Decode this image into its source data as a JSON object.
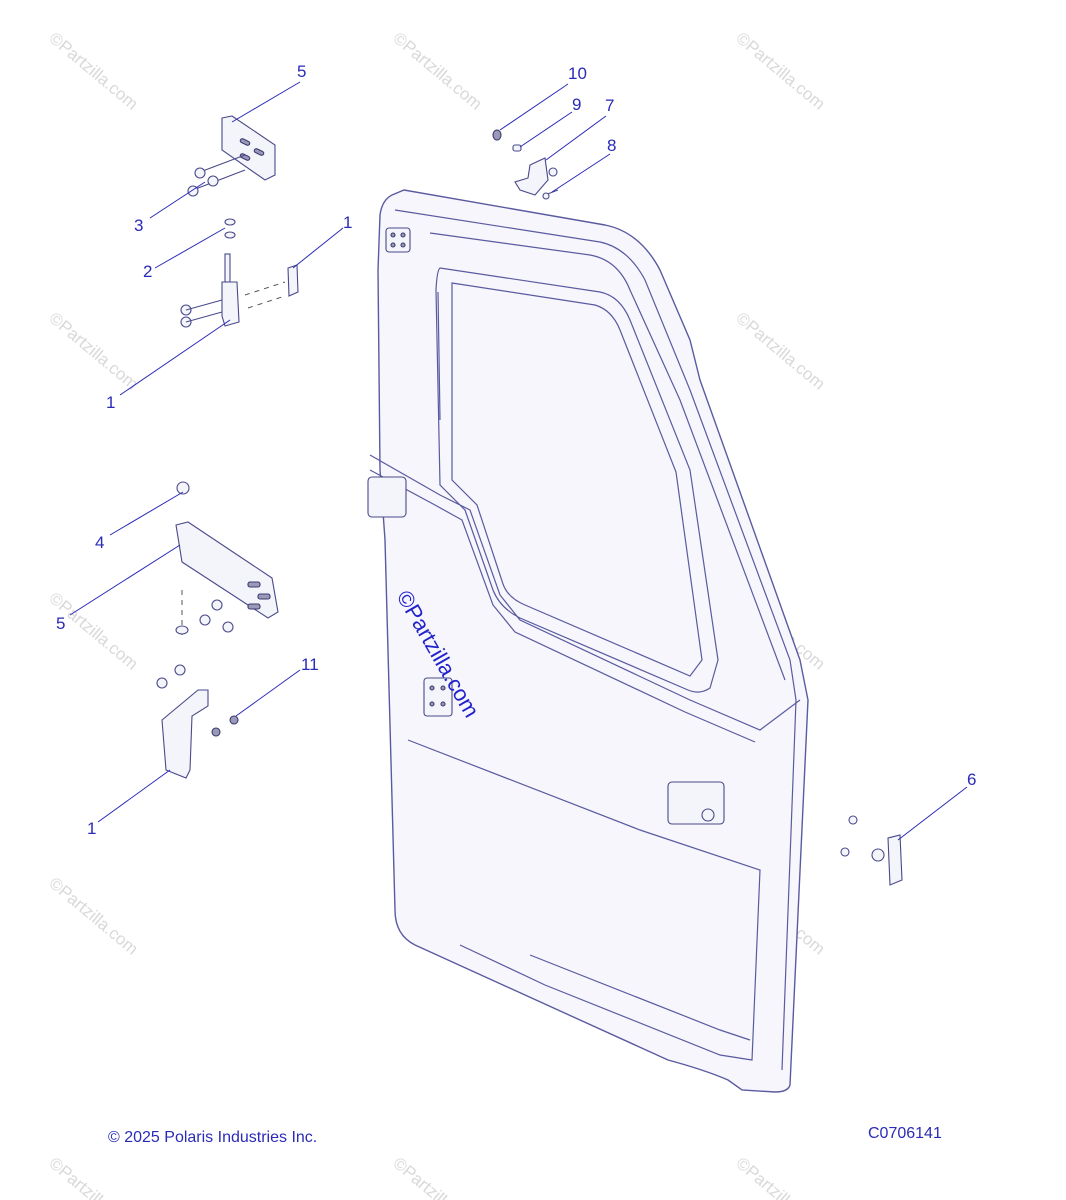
{
  "watermark_text": "©Partzilla.com",
  "center_watermark_text": "©Partzilla.com",
  "callouts": [
    "5",
    "3",
    "2",
    "1",
    "1",
    "10",
    "9",
    "7",
    "8",
    "4",
    "5",
    "11",
    "1",
    "6"
  ],
  "footer": {
    "copyright": "© 2025 Polaris Industries Inc.",
    "diagram_code": "C0706141"
  },
  "colors": {
    "callout": "#2a2ab8",
    "watermark": "#d9d9d9"
  }
}
